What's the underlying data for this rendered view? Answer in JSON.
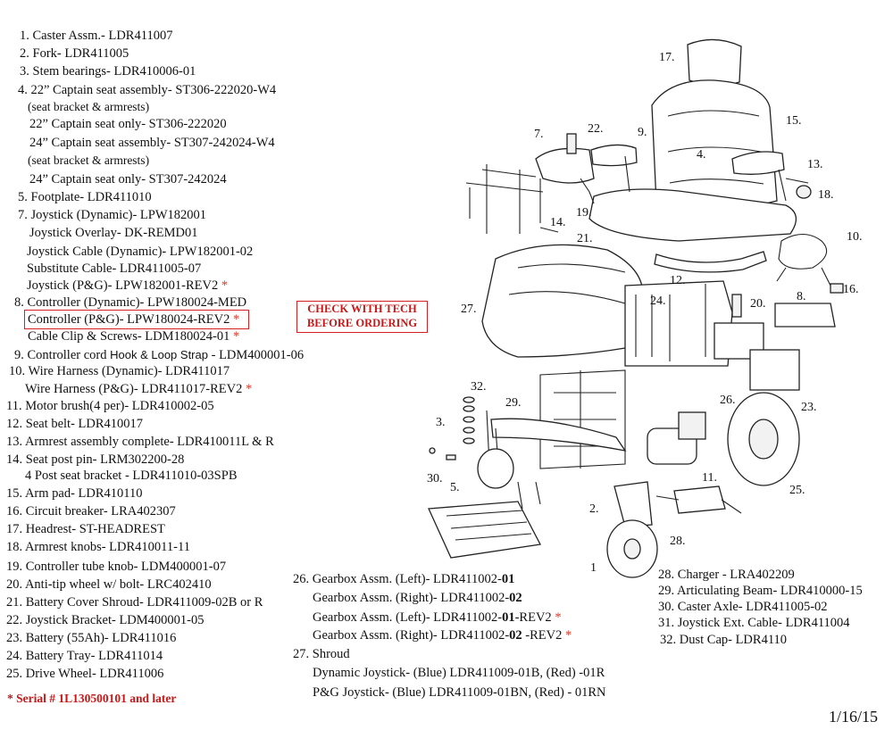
{
  "parts_left": [
    {
      "text": "1. Caster Assm.- LDR411007"
    },
    {
      "text": "2. Fork- LDR411005"
    },
    {
      "text": "3. Stem bearings- LDR410006-01"
    },
    {
      "text": "4. 22” Captain seat assembly- ST306-222020-W4"
    },
    {
      "text": "(seat bracket & armrests)"
    },
    {
      "text": "22” Captain seat only- ST306-222020"
    },
    {
      "text": "24” Captain seat assembly- ST307-242024-W4"
    },
    {
      "text": "(seat bracket & armrests)"
    },
    {
      "text": "24” Captain seat only- ST307-242024"
    },
    {
      "text": "5. Footplate- LDR411010"
    },
    {
      "text": "7. Joystick (Dynamic)- LPW182001"
    },
    {
      "text": "Joystick Overlay- DK-REMD01"
    },
    {
      "text": "Joystick Cable (Dynamic)- LPW182001-02"
    },
    {
      "text": "Substitute Cable- LDR411005-07"
    },
    {
      "text": "Joystick (P&G)- LPW182001-REV2"
    },
    {
      "text": "8. Controller (Dynamic)- LPW180024-MED"
    },
    {
      "text": "Controller (P&G)- LPW180024-REV2"
    },
    {
      "text": "Cable Clip & Screws- LDM180024-01"
    },
    {
      "text": "9. Controller cord"
    },
    {
      "text": "Hook & Loop Strap"
    },
    {
      "text": "- LDM400001-06"
    },
    {
      "text": "10. Wire Harness (Dynamic)- LDR411017"
    },
    {
      "text": "Wire Harness (P&G)- LDR411017-REV2"
    },
    {
      "text": "11. Motor brush(4 per)- LDR410002-05"
    },
    {
      "text": "12. Seat belt- LDR410017"
    },
    {
      "text": "13. Armrest assembly complete- LDR410011L & R"
    },
    {
      "text": "14. Seat post pin- LRM302200-28"
    },
    {
      "text": "4 Post seat bracket - LDR411010-03SPB"
    },
    {
      "text": "15. Arm pad- LDR410110"
    },
    {
      "text": "16. Circuit breaker- LRA402307"
    },
    {
      "text": "17. Headrest- ST-HEADREST"
    },
    {
      "text": "18. Armrest knobs- LDR410011-11"
    },
    {
      "text": "19. Controller tube knob- LDM400001-07"
    },
    {
      "text": "20. Anti-tip wheel w/ bolt- LRC402410"
    },
    {
      "text": "21. Battery Cover Shroud- LDR411009-02B or R"
    },
    {
      "text": "22. Joystick Bracket- LDM400001-05"
    },
    {
      "text": "23. Battery (55Ah)- LDR411016"
    },
    {
      "text": "24. Battery Tray- LDR411014"
    },
    {
      "text": "25. Drive Wheel- LDR411006"
    }
  ],
  "star": "*",
  "warning": {
    "line1": "CHECK WITH TECH",
    "line2": "BEFORE ORDERING"
  },
  "serial_note": "* Serial # 1L130500101 and later",
  "parts_mid": {
    "gear1a": "26. Gearbox Assm. (Left)- LDR411002-",
    "gear1b": "01",
    "gear2a": "Gearbox Assm. (Right)- LDR411002-",
    "gear2b": "02",
    "gear3a": "Gearbox Assm. (Left)- LDR411002-",
    "gear3b": "01",
    "gear3c": "-REV2",
    "gear4a": "Gearbox Assm. (Right)- LDR411002-",
    "gear4b": "02",
    "gear4c": " -REV2",
    "shroud": "27. Shroud",
    "shroud1": "Dynamic Joystick- (Blue) LDR411009-01B, (Red) -01R",
    "shroud2": "P&G Joystick- (Blue) LDR411009-01BN, (Red) - 01RN"
  },
  "parts_right": [
    {
      "text": "28. Charger - LRA402209"
    },
    {
      "text": "29. Articulating Beam- LDR410000-15"
    },
    {
      "text": "30. Caster Axle- LDR411005-02"
    },
    {
      "text": "31. Joystick Ext. Cable- LDR411004"
    },
    {
      "text": "32. Dust Cap- LDR4110"
    }
  ],
  "date": "1/16/15",
  "callouts": [
    "17.",
    "15.",
    "4.",
    "7.",
    "22.",
    "9.",
    "13.",
    "18.",
    "19.",
    "14.",
    "21.",
    "10.",
    "12.",
    "16.",
    "27.",
    "24.",
    "20.",
    "8.",
    "32.",
    "29.",
    "26.",
    "23.",
    "3.",
    "11.",
    "30.",
    "5.",
    "25.",
    "2.",
    "28.",
    "1"
  ]
}
